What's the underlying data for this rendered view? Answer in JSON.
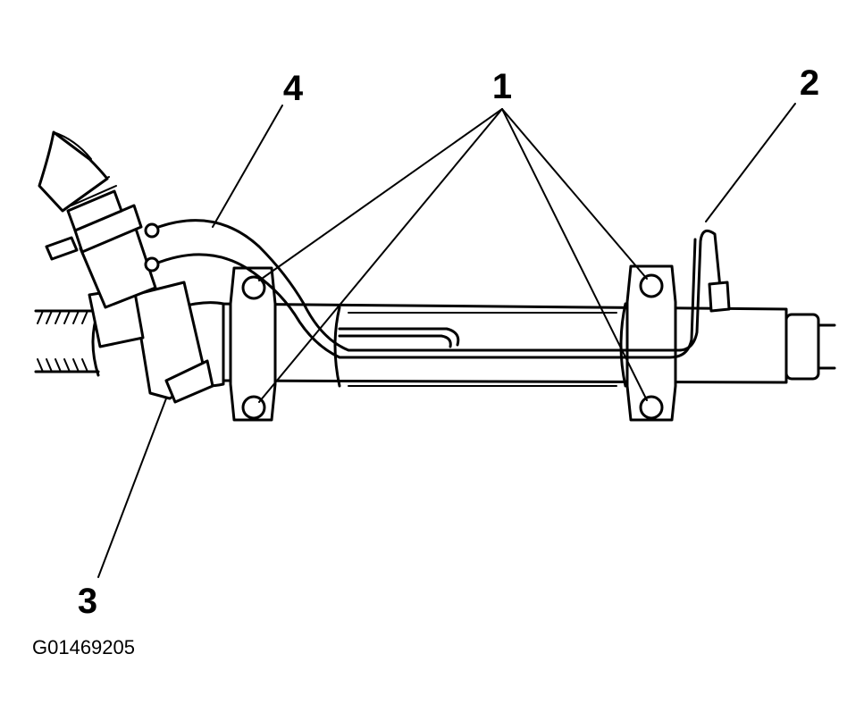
{
  "callouts": {
    "c1": "1",
    "c2": "2",
    "c3": "3",
    "c4": "4"
  },
  "figure_id": "G01469205",
  "colors": {
    "ink": "#000000",
    "paper": "#ffffff"
  }
}
